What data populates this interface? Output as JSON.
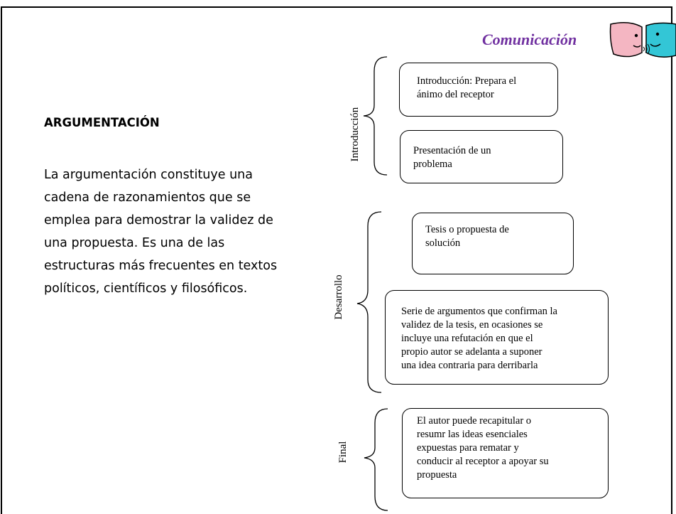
{
  "header": {
    "title": "Comunicación"
  },
  "main": {
    "heading": "ARGUMENTACIÓN",
    "paragraph": "La argumentación constituye una cadena de razonamientos que se emplea para demostrar la validez de una propuesta. Es una de las estructuras más frecuentes en textos políticos, científicos y filosóficos."
  },
  "diagram": {
    "sections": [
      {
        "label": "Introducción",
        "boxes": [
          "Introducción: Prepara el\nánimo del receptor",
          "Presentación de un\nproblema"
        ]
      },
      {
        "label": "Desarrollo",
        "boxes": [
          "Tesis o propuesta de\n solución",
          "Serie de argumentos que confirman la\nvalidez de la tesis, en ocasiones se\nincluye una refutación en que el\npropio autor se adelanta a suponer\nuna idea contraria para derribarla"
        ]
      },
      {
        "label": "Final",
        "boxes": [
          "El autor puede recapitular o\nresumr las ideas esenciales\nexpuestas para rematar y\nconducir al receptor a apoyar su\npropuesta"
        ]
      }
    ]
  },
  "logo": {
    "icon": "two-faces-talking-icon",
    "colors": {
      "left_face": "#f4b6c2",
      "right_face": "#33c6d6"
    }
  }
}
